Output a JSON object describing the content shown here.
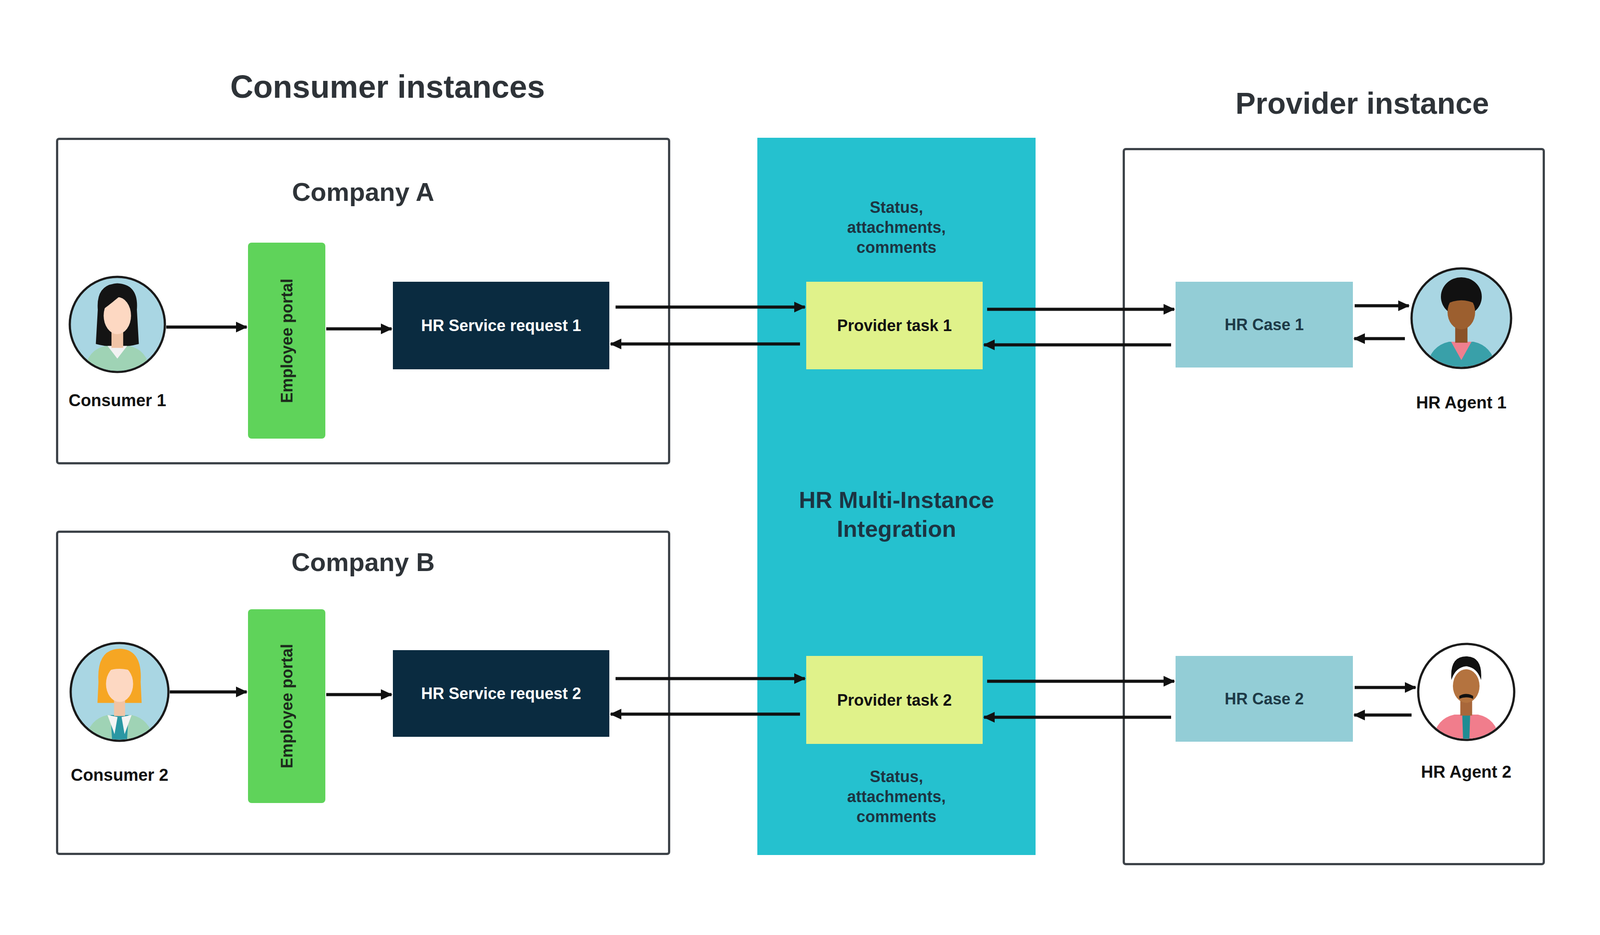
{
  "diagram": {
    "nodes": [
      {
        "text": [
          "Company A"
        ]
      },
      {
        "text": [
          "Consumer 1"
        ],
        "in": 0
      },
      {
        "text": [
          "Employee portal"
        ],
        "in": 0
      },
      {
        "text": [
          "HR Service request 1"
        ],
        "in": 0
      },
      {
        "text": [
          "Company B"
        ]
      },
      {
        "text": [
          "Consumer 2"
        ],
        "in": 4
      },
      {
        "text": [
          "Employee portal"
        ],
        "in": 4
      },
      {
        "text": [
          "HR Service request 2"
        ],
        "in": 4
      },
      {
        "text": [
          "Status, attachments, comments",
          "HR Multi-Instance Integration",
          "Status, attachments, comments"
        ]
      },
      {
        "text": [
          "Provider task 1"
        ],
        "in": 8
      },
      {
        "text": [
          "Provider task 2"
        ],
        "in": 8
      },
      {
        "text": [
          "Provider instance"
        ]
      },
      {
        "text": [
          "HR Case 1"
        ],
        "in": 11
      },
      {
        "text": [
          "HR Agent 1"
        ],
        "in": 11
      },
      {
        "text": [
          "HR Case 2"
        ],
        "in": 11
      },
      {
        "text": [
          "HR Agent 2"
        ],
        "in": 11
      }
    ],
    "edges": [
      {
        "from": 1,
        "to": 2,
        "arrow": "to"
      },
      {
        "from": 2,
        "to": 3,
        "arrow": "to"
      },
      {
        "from": 3,
        "to": 9,
        "arrow": "to"
      },
      {
        "from": 9,
        "to": 3,
        "arrow": "to"
      },
      {
        "from": 9,
        "to": 12,
        "arrow": "to"
      },
      {
        "from": 12,
        "to": 9,
        "arrow": "to"
      },
      {
        "from": 12,
        "to": 13,
        "arrow": "to"
      },
      {
        "from": 13,
        "to": 12,
        "arrow": "to"
      },
      {
        "from": 5,
        "to": 6,
        "arrow": "to"
      },
      {
        "from": 6,
        "to": 7,
        "arrow": "to"
      },
      {
        "from": 7,
        "to": 10,
        "arrow": "to"
      },
      {
        "from": 10,
        "to": 7,
        "arrow": "to"
      },
      {
        "from": 10,
        "to": 14,
        "arrow": "to"
      },
      {
        "from": 14,
        "to": 10,
        "arrow": "to"
      },
      {
        "from": 14,
        "to": 15,
        "arrow": "to"
      },
      {
        "from": 15,
        "to": 14,
        "arrow": "to"
      }
    ],
    "labels": [
      "Consumer instances"
    ]
  }
}
